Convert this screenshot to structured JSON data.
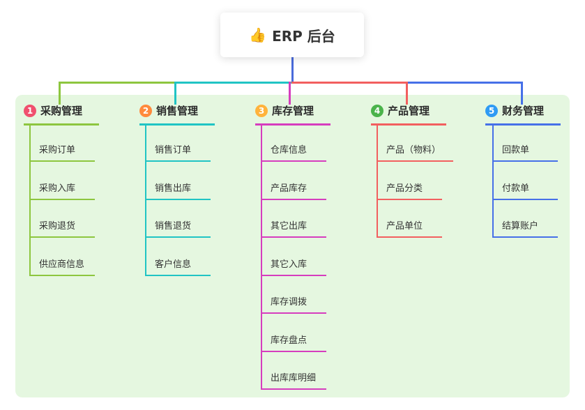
{
  "root": {
    "icon": "👍",
    "label": "ERP 后台"
  },
  "branches": [
    {
      "num": "1",
      "label": "采购管理",
      "badge_color": "#f0506e",
      "line_color": "#8dc63f",
      "children": [
        "采购订单",
        "采购入库",
        "采购退货",
        "供应商信息"
      ]
    },
    {
      "num": "2",
      "label": "销售管理",
      "badge_color": "#ff8a3c",
      "line_color": "#20c4c4",
      "children": [
        "销售订单",
        "销售出库",
        "销售退货",
        "客户信息"
      ]
    },
    {
      "num": "3",
      "label": "库存管理",
      "badge_color": "#ffb33c",
      "line_color": "#d63dbe",
      "children": [
        "仓库信息",
        "产品库存",
        "其它出库",
        "其它入库",
        "库存调拨",
        "库存盘点",
        "出库库明细"
      ]
    },
    {
      "num": "4",
      "label": "产品管理",
      "badge_color": "#4bb34b",
      "line_color": "#f25f5f",
      "children": [
        "产品（物料）",
        "产品分类",
        "产品单位"
      ]
    },
    {
      "num": "5",
      "label": "财务管理",
      "badge_color": "#2f9bf4",
      "line_color": "#4670e8",
      "children": [
        "回款单",
        "付款单",
        "结算账户"
      ]
    }
  ],
  "colors": {
    "canvas_bg": "#ffffff",
    "panel_bg": "#e5f7e0",
    "root_line": "#4a6bdb",
    "text": "#333333"
  }
}
